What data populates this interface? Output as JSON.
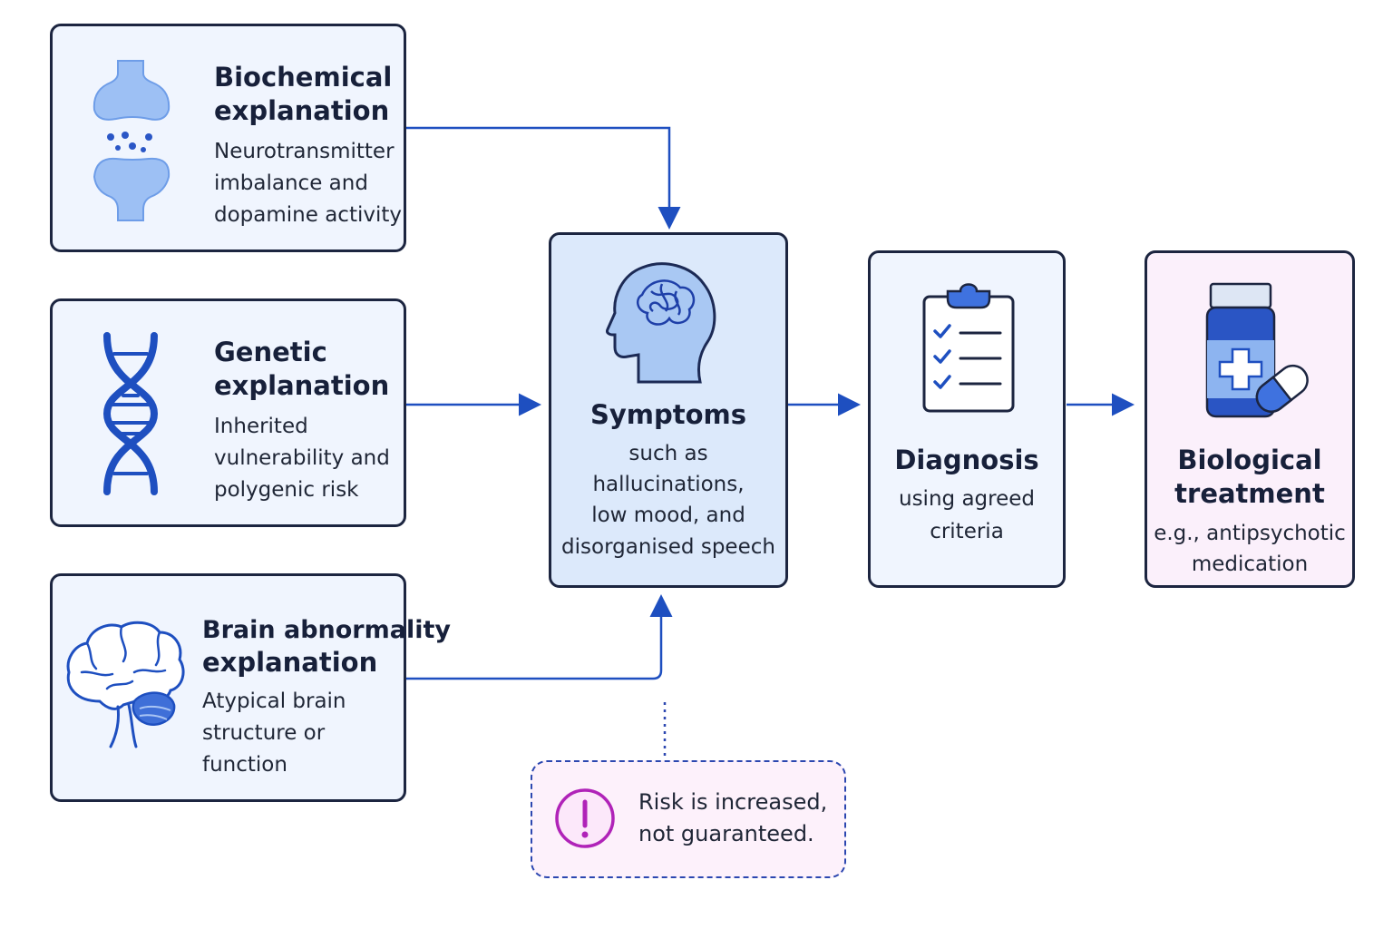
{
  "explanations": [
    {
      "title": [
        "Biochemical",
        "explanation"
      ],
      "body": [
        "Neurotransmitter",
        "imbalance and",
        "dopamine activity"
      ],
      "icon": "synapse-icon"
    },
    {
      "title": [
        "Genetic",
        "explanation"
      ],
      "body": [
        "Inherited",
        "vulnerability and",
        "polygenic risk"
      ],
      "icon": "dna-icon"
    },
    {
      "title": [
        "Brain abnormality",
        "explanation"
      ],
      "body": [
        "Atypical brain",
        "structure or",
        "function"
      ],
      "icon": "brain-icon"
    }
  ],
  "symptoms": {
    "title": "Symptoms",
    "body": [
      "such as",
      "hallucinations,",
      "low mood, and",
      "disorganised speech"
    ],
    "icon": "head-tangled-thought-icon"
  },
  "diagnosis": {
    "title": "Diagnosis",
    "body": [
      "using agreed",
      "criteria"
    ],
    "icon": "clipboard-checklist-icon"
  },
  "treatment": {
    "title": [
      "Biological",
      "treatment"
    ],
    "body": [
      "e.g., antipsychotic",
      "medication"
    ],
    "icon": "medicine-bottle-capsule-icon"
  },
  "note": {
    "text": [
      "Risk is increased,",
      "not guaranteed."
    ],
    "icon": "exclamation-icon"
  },
  "colors": {
    "accent": "#1e4fc0",
    "box_fill": "#f0f5fe",
    "symptoms_fill": "#dce9fb",
    "treatment_fill": "#fbf0fb",
    "note_fill": "#fdf1fb",
    "note_border": "#2c47b0",
    "alert": "#b023b8"
  }
}
